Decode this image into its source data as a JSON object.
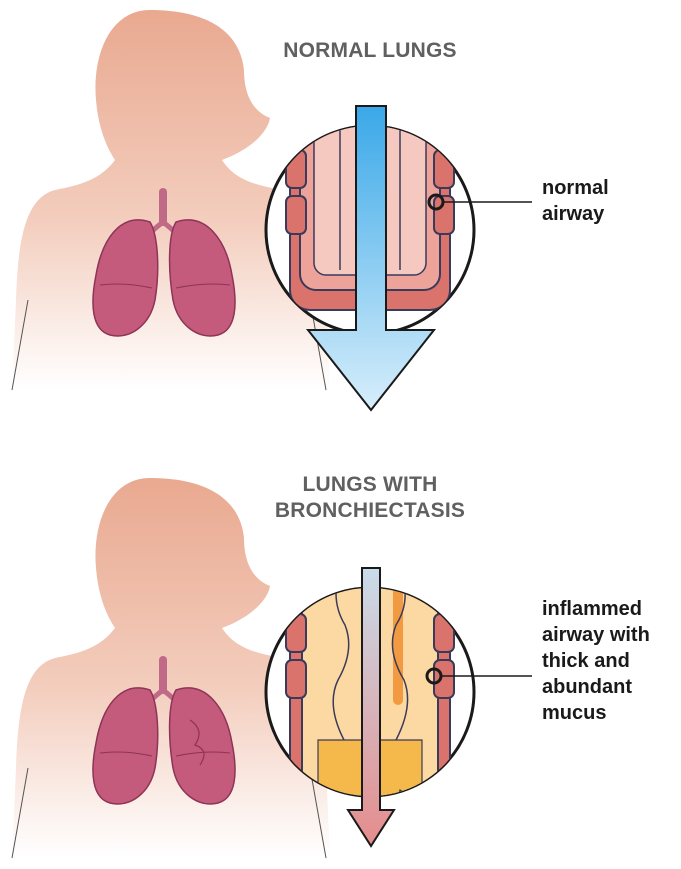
{
  "panels": [
    {
      "title": "NORMAL LUNGS",
      "callout": [
        "normal",
        "airway"
      ]
    },
    {
      "title_lines": [
        "LUNGS WITH",
        "BRONCHIECTASIS"
      ],
      "callout": [
        "inflammed",
        "airway with",
        "thick and",
        "abundant",
        "mucus"
      ]
    }
  ],
  "colors": {
    "skin": "#e8a88e",
    "lung": "#b04a68",
    "airway_wall": "#d9736b",
    "airflow_normal": "#5db8ea",
    "mucus": "#f5b84a",
    "airflow_narrow": "#e58c8c"
  }
}
